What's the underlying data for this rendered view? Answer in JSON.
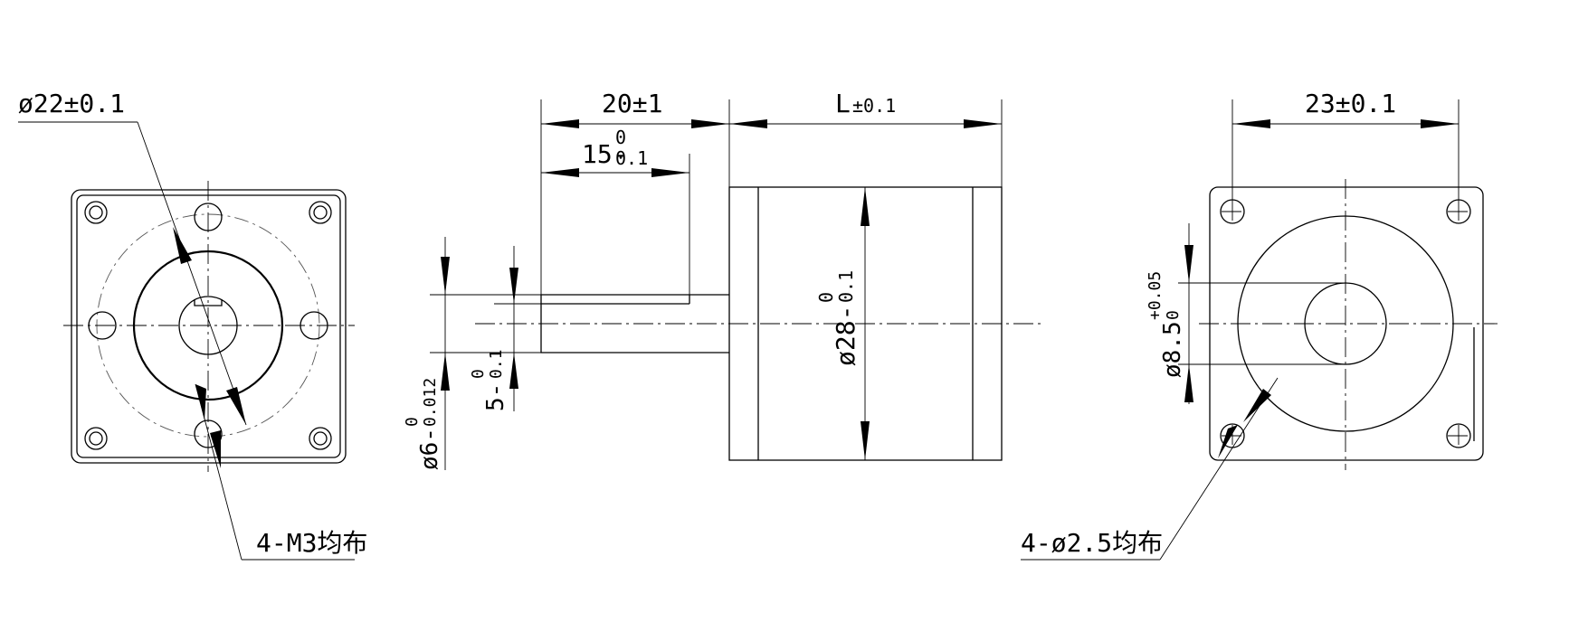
{
  "front_view": {
    "pilot_diameter": "ø22±0.1",
    "mount_holes_note": "4-M3均布"
  },
  "side_view": {
    "shaft_extension": "20±1",
    "flat_length_main": "15-",
    "flat_length_upper": "0",
    "flat_length_lower": "0.1",
    "body_length_main": "L",
    "body_length_tol": "±0.1",
    "body_diameter_main": "ø28-",
    "body_diameter_upper": "0",
    "body_diameter_lower": "0.1",
    "shaft_diameter_main": "ø6-",
    "shaft_diameter_upper": "0",
    "shaft_diameter_lower": "0.012",
    "flat_depth_main": "5-",
    "flat_depth_upper": "0",
    "flat_depth_lower": "0.1"
  },
  "rear_view": {
    "hole_spacing": "23±0.1",
    "bore_diameter_main": "ø8.5",
    "bore_diameter_upper": "+0.05",
    "bore_diameter_lower": "0",
    "holes_note": "4-ø2.5均布"
  }
}
